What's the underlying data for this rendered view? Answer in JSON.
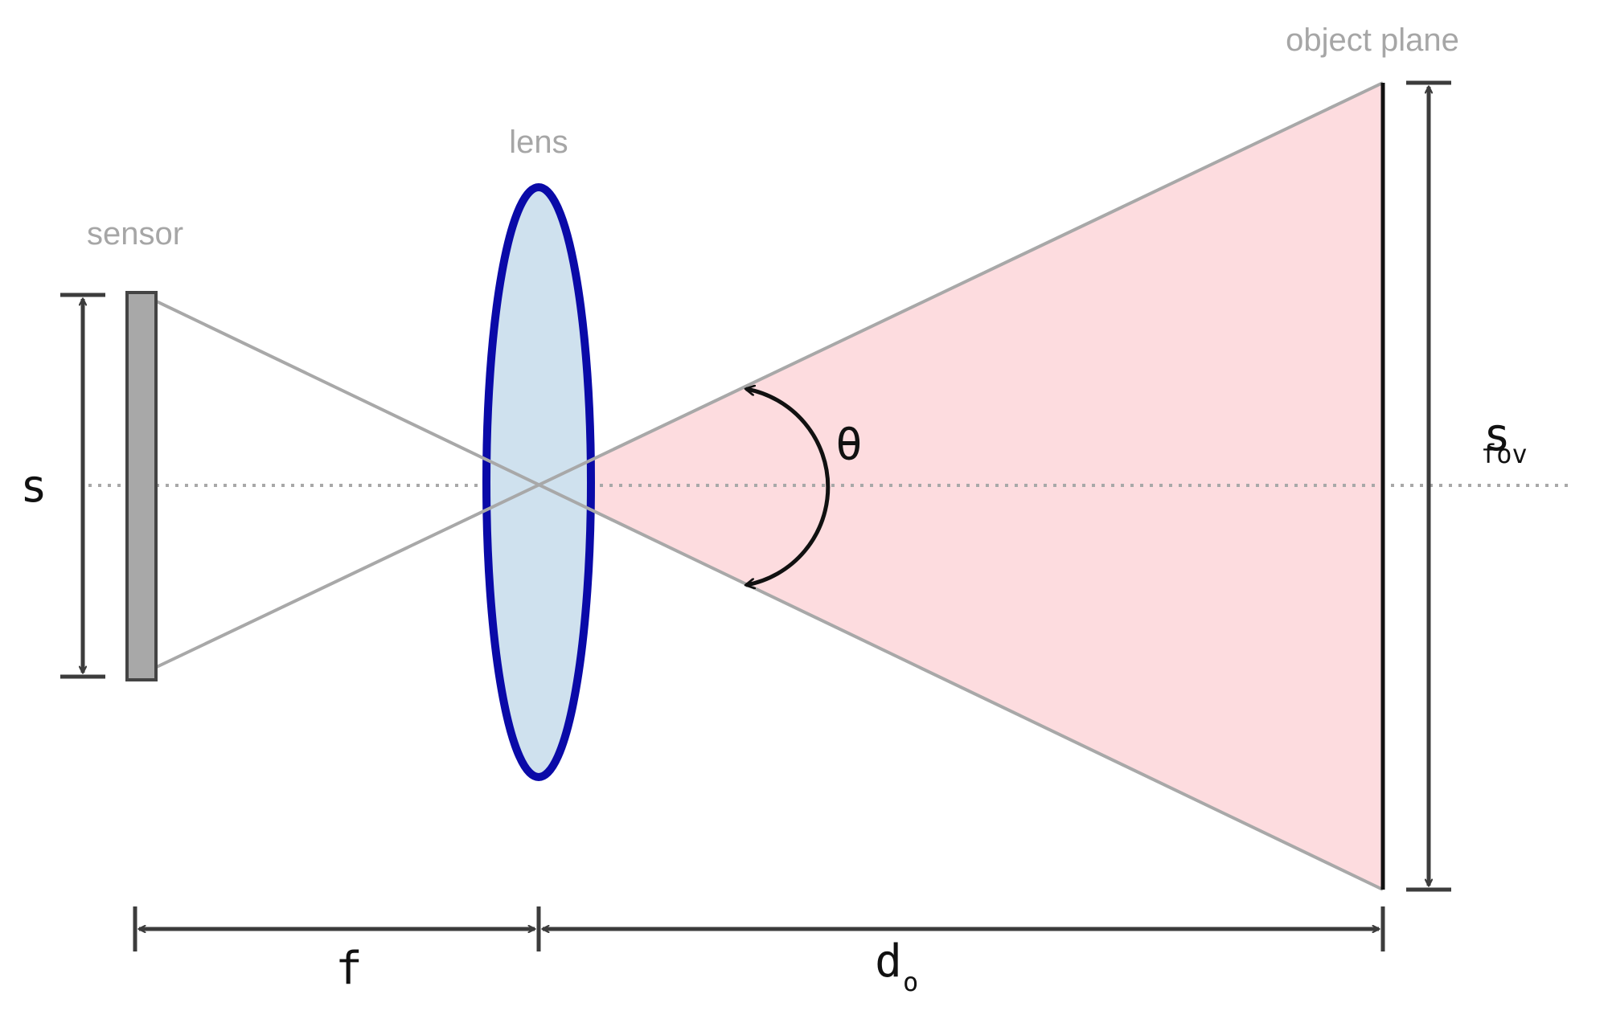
{
  "labels": {
    "sensor": "sensor",
    "lens": "lens",
    "object_plane": "object plane"
  },
  "symbols": {
    "sensor_size": "s",
    "fov_size": "s",
    "fov_subscript": "fov",
    "angle": "θ",
    "focal_length": "f",
    "object_distance": "d",
    "object_distance_subscript": "o"
  },
  "colors": {
    "fov_fill": "#fddcdf",
    "lens_fill": "#cfe1ee",
    "lens_stroke": "#0a0aa8",
    "ray": "#a8a8a8",
    "sensor_fill": "#a8a8a8",
    "dimension": "#3c3c3c",
    "object_plane": "#111111",
    "axis": "#a8a8a8"
  }
}
